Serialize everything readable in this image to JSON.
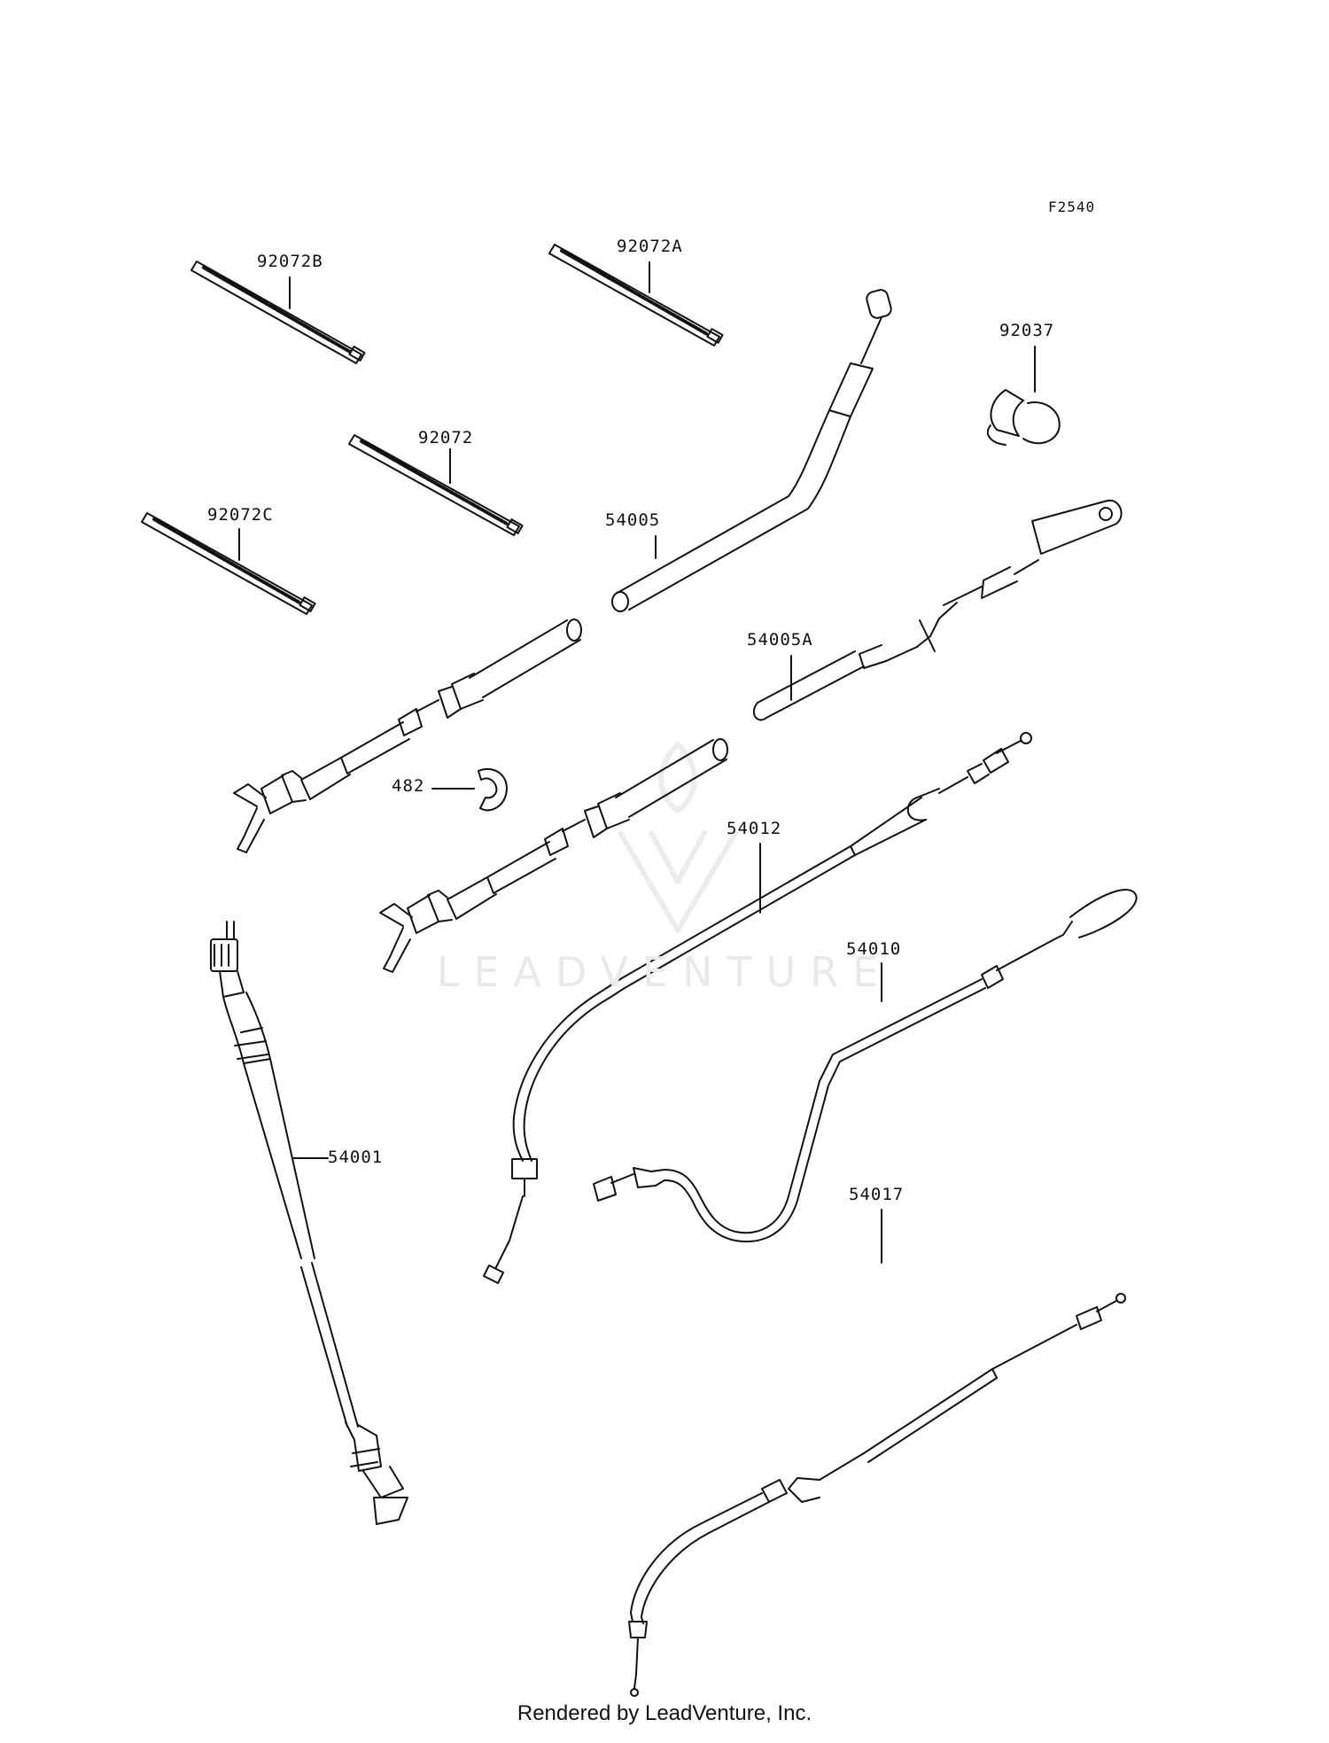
{
  "diagram": {
    "figure_code": "F2540",
    "parts": [
      {
        "id": "92072B",
        "label": "92072B",
        "name": "cable tie"
      },
      {
        "id": "92072A",
        "label": "92072A",
        "name": "cable tie"
      },
      {
        "id": "92037",
        "label": "92037",
        "name": "clamp"
      },
      {
        "id": "92072",
        "label": "92072",
        "name": "cable tie"
      },
      {
        "id": "54005",
        "label": "54005",
        "name": "cable"
      },
      {
        "id": "92072C",
        "label": "92072C",
        "name": "cable tie"
      },
      {
        "id": "54005A",
        "label": "54005A",
        "name": "cable"
      },
      {
        "id": "482",
        "label": "482",
        "name": "clip"
      },
      {
        "id": "54012",
        "label": "54012",
        "name": "cable"
      },
      {
        "id": "54010",
        "label": "54010",
        "name": "cable"
      },
      {
        "id": "54001",
        "label": "54001",
        "name": "cable"
      },
      {
        "id": "54017",
        "label": "54017",
        "name": "cable"
      }
    ]
  },
  "watermark": {
    "text": "LEADVENTURE"
  },
  "footer": {
    "text": "Rendered by LeadVenture, Inc."
  }
}
